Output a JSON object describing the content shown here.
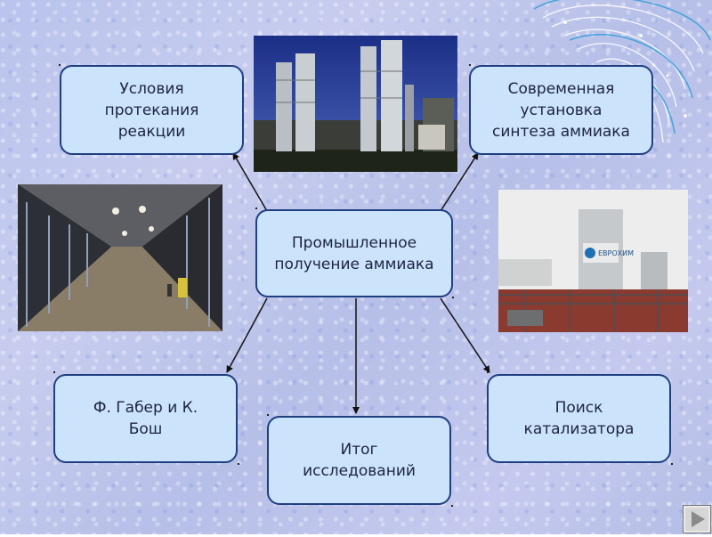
{
  "slide": {
    "nodes": {
      "center": "Промышленное получение аммиака",
      "conditions": "Условия протекания реакции",
      "modern_plant": "Современная установка синтеза аммиака",
      "haber_bosch": "Ф. Габер и К. Бош",
      "results": "Итог исследований",
      "catalyst": "Поиск катализатора"
    },
    "photos": {
      "refinery": "refinery-towers-photo",
      "workshop": "factory-workshop-photo",
      "eurochem": "eurochem-plant-photo",
      "eurochem_logo_text": "ЕВРОХИМ"
    },
    "colors": {
      "node_fill": "#cce4fb",
      "node_border": "#1f3f80",
      "arrow": "#111111"
    },
    "icons": {
      "next": "next-slide-arrow-icon"
    }
  }
}
